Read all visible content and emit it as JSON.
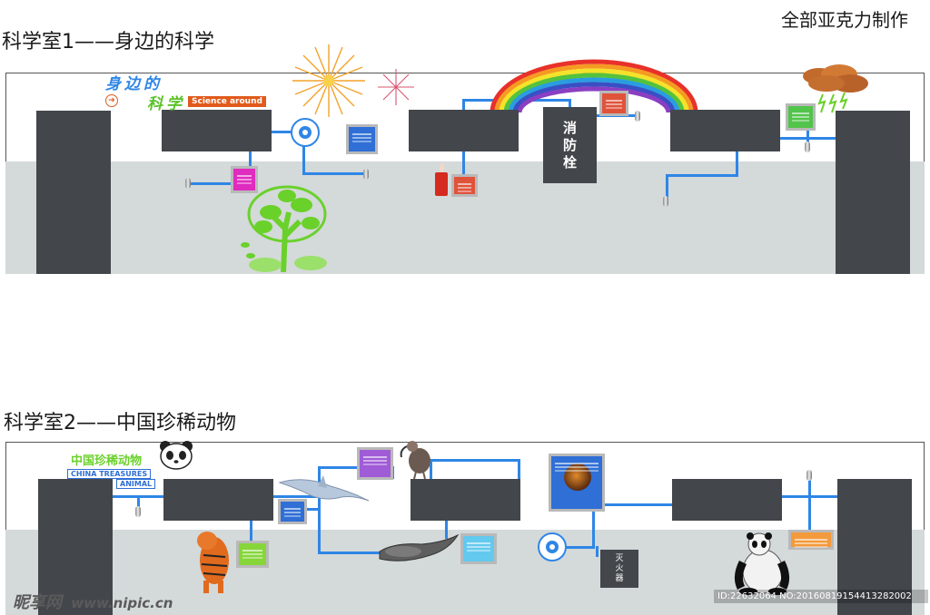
{
  "header": {
    "note": "全部亚克力制作"
  },
  "room1": {
    "title": "科学室1——身边的科学",
    "theme_line1": "身边的",
    "theme_line2": "科学",
    "theme_english": "Science around",
    "hydrant_label": "消防栓"
  },
  "room2": {
    "title": "科学室2——中国珍稀动物",
    "theme_title": "中国珍稀动物",
    "theme_english_line1": "CHINA TREASURES",
    "theme_english_line2": "ANIMAL",
    "extinguisher_label": "灭火器"
  },
  "watermark": {
    "brand": "昵享网",
    "url": "www.nipic.cn",
    "id_text": "ID:22632064 NO:20160819154413282002"
  },
  "colors": {
    "wall_dark": "#43474b",
    "pipe_blue": "#2f86e6",
    "floor_gray": "#d4d9da",
    "board_magenta": "#e02bbf",
    "board_blue": "#2f6fd6",
    "board_purple": "#a05bd6",
    "board_green": "#86d63a",
    "board_cyan": "#63c9ee",
    "board_orange": "#f39a3c",
    "tree_green": "#6ad12b"
  }
}
